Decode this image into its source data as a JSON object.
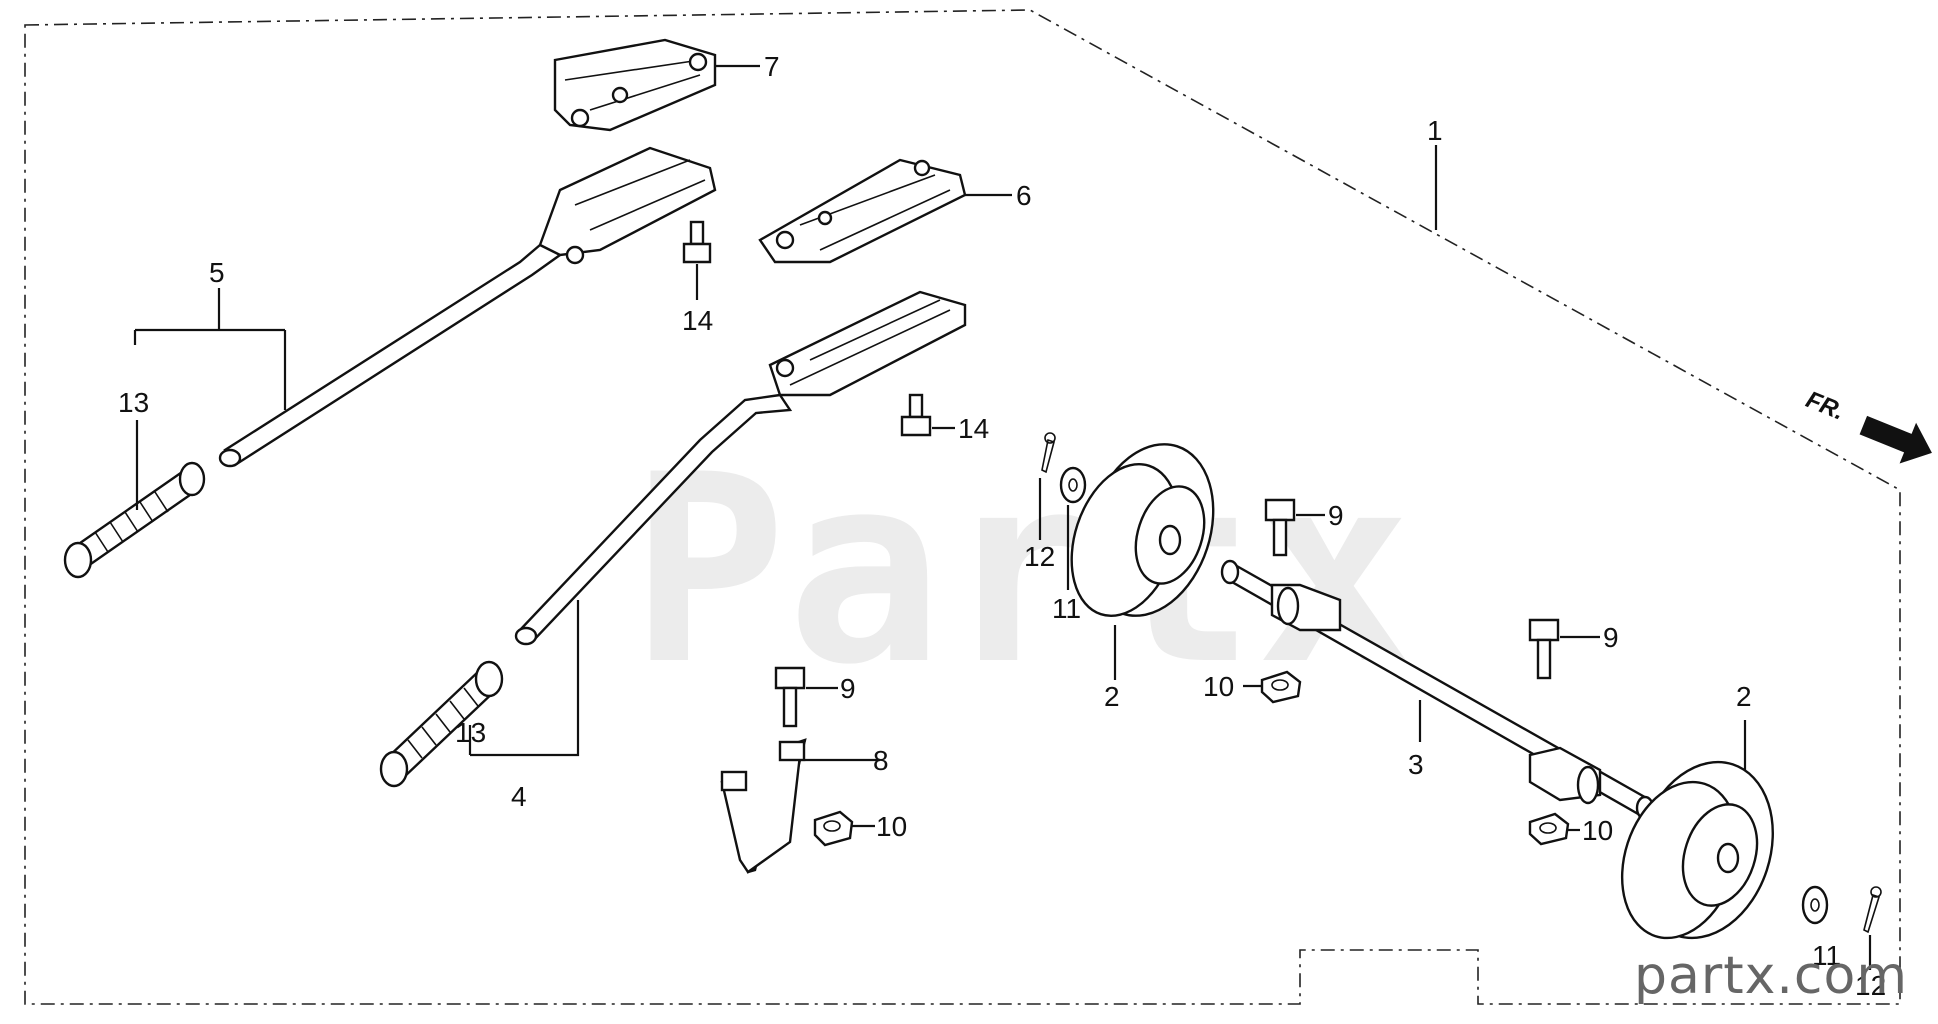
{
  "diagram": {
    "watermark_center": "Partx",
    "site_watermark": "partx.com",
    "direction_label": "FR.",
    "callouts": {
      "c1": "1",
      "c2a": "2",
      "c2b": "2",
      "c3": "3",
      "c4": "4",
      "c5": "5",
      "c6": "6",
      "c7": "7",
      "c8": "8",
      "c9a": "9",
      "c9b": "9",
      "c9c": "9",
      "c10a": "10",
      "c10b": "10",
      "c10c": "10",
      "c11a": "11",
      "c11b": "11",
      "c12a": "12",
      "c12b": "12",
      "c13a": "13",
      "c13b": "13",
      "c14a": "14",
      "c14b": "14"
    }
  }
}
